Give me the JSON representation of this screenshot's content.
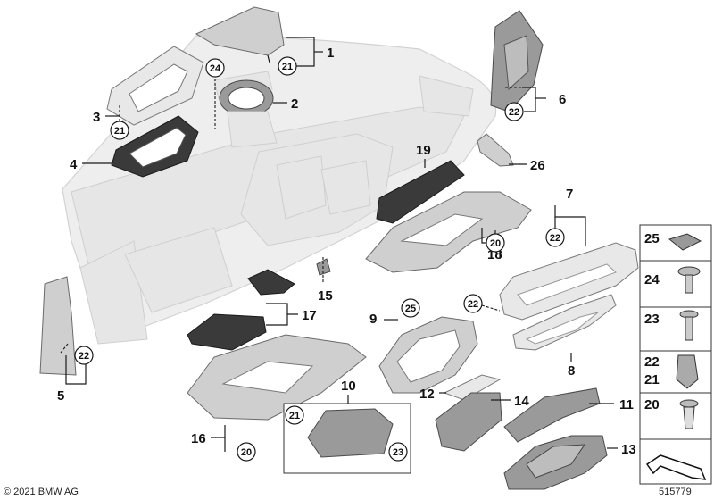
{
  "copyright": "© 2021 BMW AG",
  "diagram_number": "515779",
  "part_labels": {
    "p1": "1",
    "p2": "2",
    "p3": "3",
    "p4": "4",
    "p5": "5",
    "p6": "6",
    "p7": "7",
    "p8": "8",
    "p9": "9",
    "p10": "10",
    "p11": "11",
    "p12": "12",
    "p13": "13",
    "p14": "14",
    "p15": "15",
    "p16": "16",
    "p17": "17",
    "p18": "18",
    "p19": "19",
    "p26": "26"
  },
  "circle_labels": {
    "c21a": "21",
    "c21b": "21",
    "c24": "24",
    "c22a": "22",
    "c22b": "22",
    "c22c": "22",
    "c22d": "22",
    "c20a": "20",
    "c20b": "20",
    "c25": "25",
    "c21c": "21",
    "c23": "23"
  },
  "sidebar": {
    "items": [
      {
        "label": "25"
      },
      {
        "label": "24"
      },
      {
        "label": "23"
      },
      {
        "label": "22"
      },
      {
        "label": "21"
      },
      {
        "label": "20"
      }
    ]
  }
}
